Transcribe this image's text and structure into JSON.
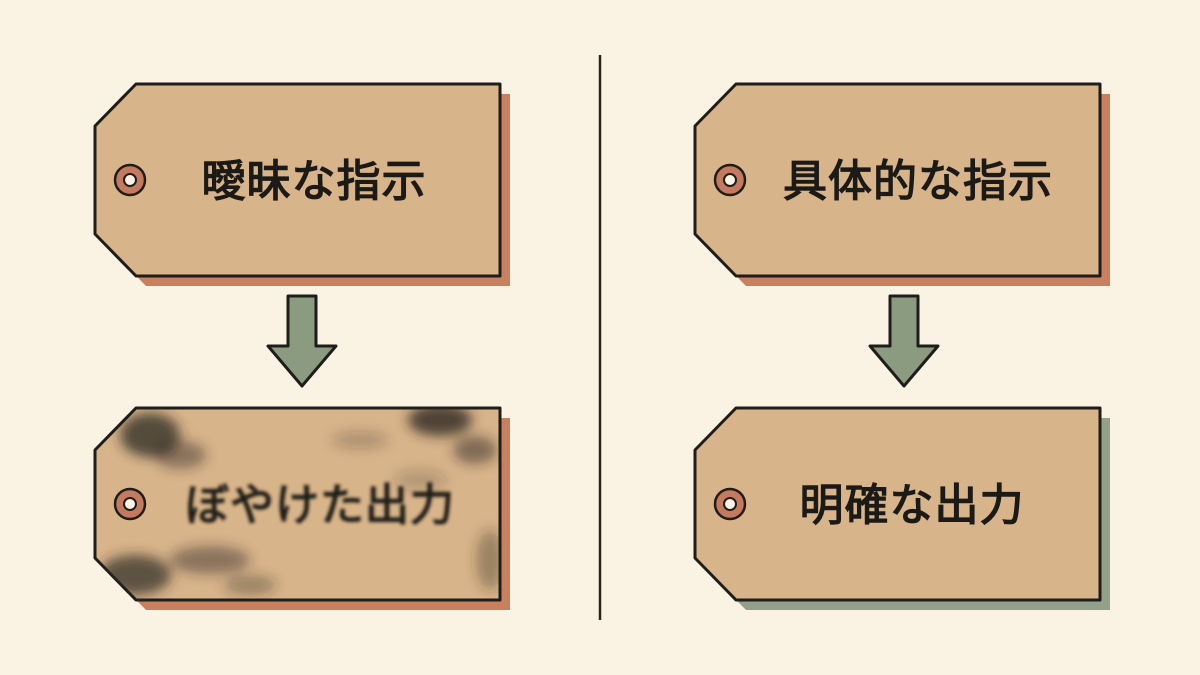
{
  "colors": {
    "background": "#faf3e3",
    "tag_fill": "#d8b48a",
    "outline": "#1f1d1a",
    "shadow_terracotta": "#c9805f",
    "shadow_sage": "#94a18a",
    "arrow": "#8a9b80",
    "eyelet": "#c47a5f",
    "smudge": "#2a2622"
  },
  "left": {
    "top_tag": {
      "label": "曖昧な指示",
      "icon": "eyelet-icon"
    },
    "bottom_tag": {
      "label": "ぼやけた出力",
      "icon": "eyelet-icon",
      "style": "smudged"
    },
    "arrow": {
      "icon": "arrow-down-icon"
    }
  },
  "right": {
    "top_tag": {
      "label": "具体的な指示",
      "icon": "eyelet-icon"
    },
    "bottom_tag": {
      "label": "明確な出力",
      "icon": "eyelet-icon",
      "style": "clean"
    },
    "arrow": {
      "icon": "arrow-down-icon"
    }
  }
}
